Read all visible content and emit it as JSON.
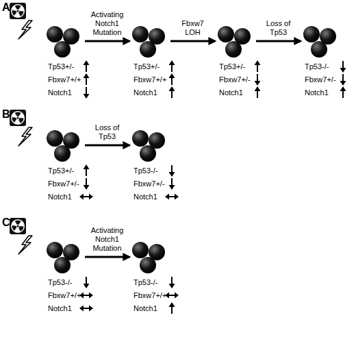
{
  "diagram": {
    "nodes": [
      {
        "text": [
          "Tp53+/-",
          "Fbxw7+/+",
          "Notch1"
        ]
      },
      {
        "text": [
          "Tp53+/-",
          "Fbxw7+/+",
          "Notch1"
        ]
      },
      {
        "text": [
          "Tp53+/-",
          "Fbxw7+/-",
          "Notch1"
        ]
      },
      {
        "text": [
          "Tp53-/-",
          "Fbxw7+/-",
          "Notch1"
        ]
      },
      {
        "text": [
          "Tp53+/-",
          "Fbxw7+/-",
          "Notch1"
        ]
      },
      {
        "text": [
          "Tp53-/-",
          "Fbxw7+/-",
          "Notch1"
        ]
      },
      {
        "text": [
          "Tp53-/-",
          "Fbxw7+/+",
          "Notch1"
        ]
      },
      {
        "text": [
          "Tp53-/-",
          "Fbxw7+/+",
          "Notch1"
        ]
      }
    ],
    "edges": [
      {
        "from": 0,
        "to": 1,
        "label": "Activating Notch1 Mutation",
        "arrow": "to"
      },
      {
        "from": 1,
        "to": 2,
        "label": "Fbxw7 LOH",
        "arrow": "to"
      },
      {
        "from": 2,
        "to": 3,
        "label": "Loss of Tp53",
        "arrow": "to"
      },
      {
        "from": 4,
        "to": 5,
        "label": "Loss of Tp53",
        "arrow": "to"
      },
      {
        "from": 6,
        "to": 7,
        "label": "Activating Notch1 Mutation",
        "arrow": "to"
      }
    ],
    "labels": [
      "A",
      "B",
      "C"
    ]
  }
}
